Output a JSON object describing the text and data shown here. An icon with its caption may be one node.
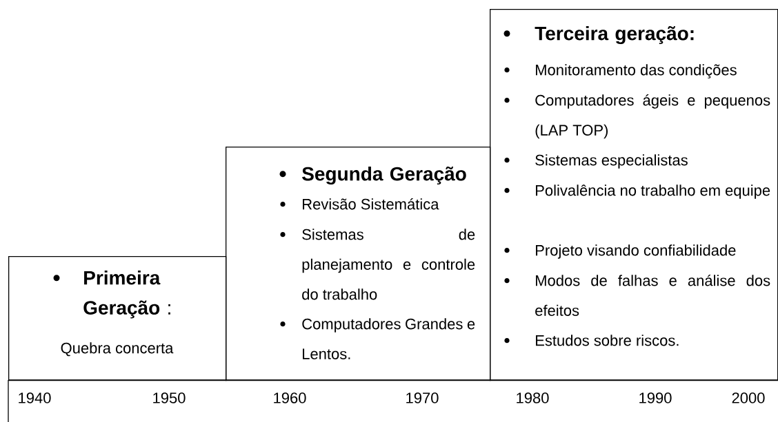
{
  "diagram": {
    "nodes": [
      {
        "text": [
          "**Primeira Geração** :",
          "Quebra concerta"
        ]
      },
      {
        "text": [
          "Segunda Geração",
          "Revisão Sistemática",
          "Sistemas de planejamento e controle do trabalho",
          "Computadores Grandes e Lentos."
        ]
      },
      {
        "text": [
          "Terceira geração:",
          "Monitoramento das condições",
          "Computadores ágeis e pequenos (LAP TOP)",
          "Sistemas especialistas",
          "Polivalência no trabalho em equipe",
          "Projeto visando confiabilidade",
          "Modos de falhas e análise dos efeitos",
          "Estudos sobre riscos."
        ]
      }
    ],
    "labels": [
      "1940",
      "1950",
      "1960",
      "1970",
      "1980",
      "1990",
      "2000"
    ]
  }
}
